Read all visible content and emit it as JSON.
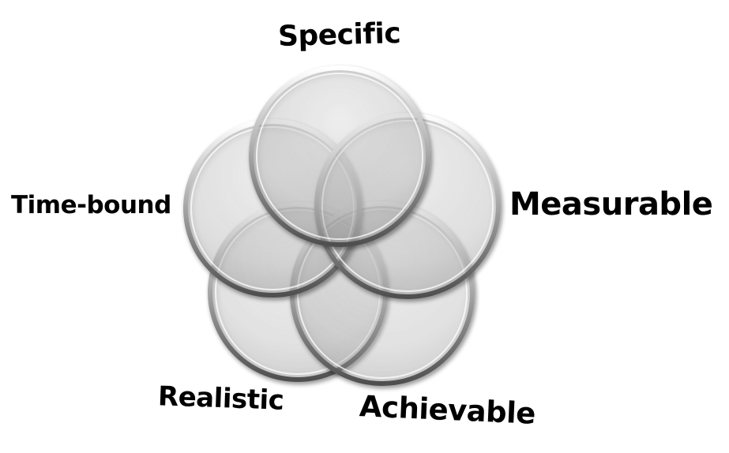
{
  "diagram": {
    "labels": {
      "specific": "Specific",
      "measurable": "Measurable",
      "achievable": "Achievable",
      "realistic": "Realistic",
      "time_bound": "Time-bound"
    }
  },
  "colors": {
    "text": "#000000",
    "circle_fill": "#cfcfcf",
    "circle_stroke": "#8a8a8a",
    "background": "#ffffff"
  }
}
